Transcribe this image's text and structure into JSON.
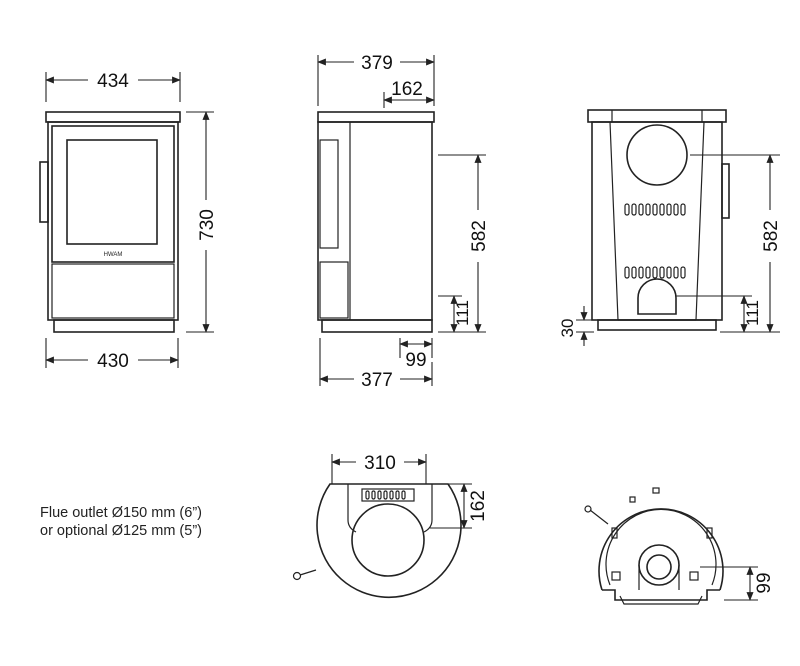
{
  "front_view": {
    "top_width": "434",
    "height": "730",
    "base_width": "430",
    "badge": "HWAM"
  },
  "side_view": {
    "top_width": "379",
    "top_offset": "162",
    "outlet_height": "582",
    "inlet_height": "111",
    "inlet_offset": "99",
    "base_depth": "377"
  },
  "back_view": {
    "outlet_height": "582",
    "inlet_height": "111",
    "base_height": "30"
  },
  "top_view": {
    "width": "310",
    "depth": "162"
  },
  "bottom_view": {
    "inlet_offset": "99"
  },
  "flue_note": {
    "line1": "Flue outlet Ø150 mm (6”)",
    "line2": "or optional Ø125 mm (5”)"
  }
}
